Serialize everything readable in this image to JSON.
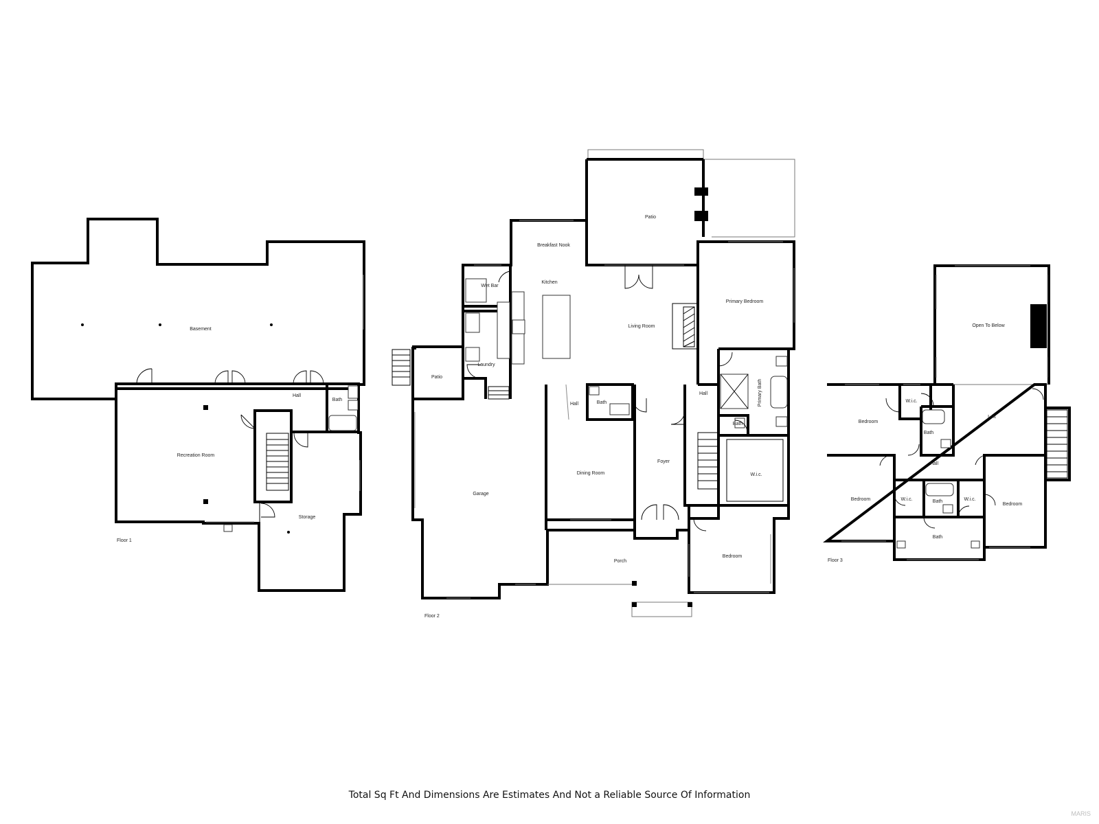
{
  "floors": [
    {
      "label": "Floor 1",
      "rooms": [
        "Basement",
        "Hall",
        "Bath",
        "Recreation Room",
        "Storage"
      ]
    },
    {
      "label": "Floor 2",
      "rooms": [
        "Patio",
        "Breakfast Nook",
        "Wet Bar",
        "Kitchen",
        "Living Room",
        "Primary Bedroom",
        "Laundry",
        "Patio",
        "Primary Bath",
        "Hall",
        "Hall",
        "Bath",
        "Bath",
        "Garage",
        "Dining Room",
        "Foyer",
        "W.i.c.",
        "Porch",
        "Bedroom"
      ]
    },
    {
      "label": "Floor 3",
      "rooms": [
        "Open To Below",
        "W.i.c.",
        "Bedroom",
        "Loft",
        "Bath",
        "Hall",
        "Bedroom",
        "W.i.c.",
        "Bath",
        "W.i.c.",
        "Bedroom",
        "Bath"
      ]
    }
  ],
  "disclaimer": "Total Sq Ft And Dimensions Are Estimates And Not a Reliable Source Of Information",
  "watermark": "MARIS"
}
